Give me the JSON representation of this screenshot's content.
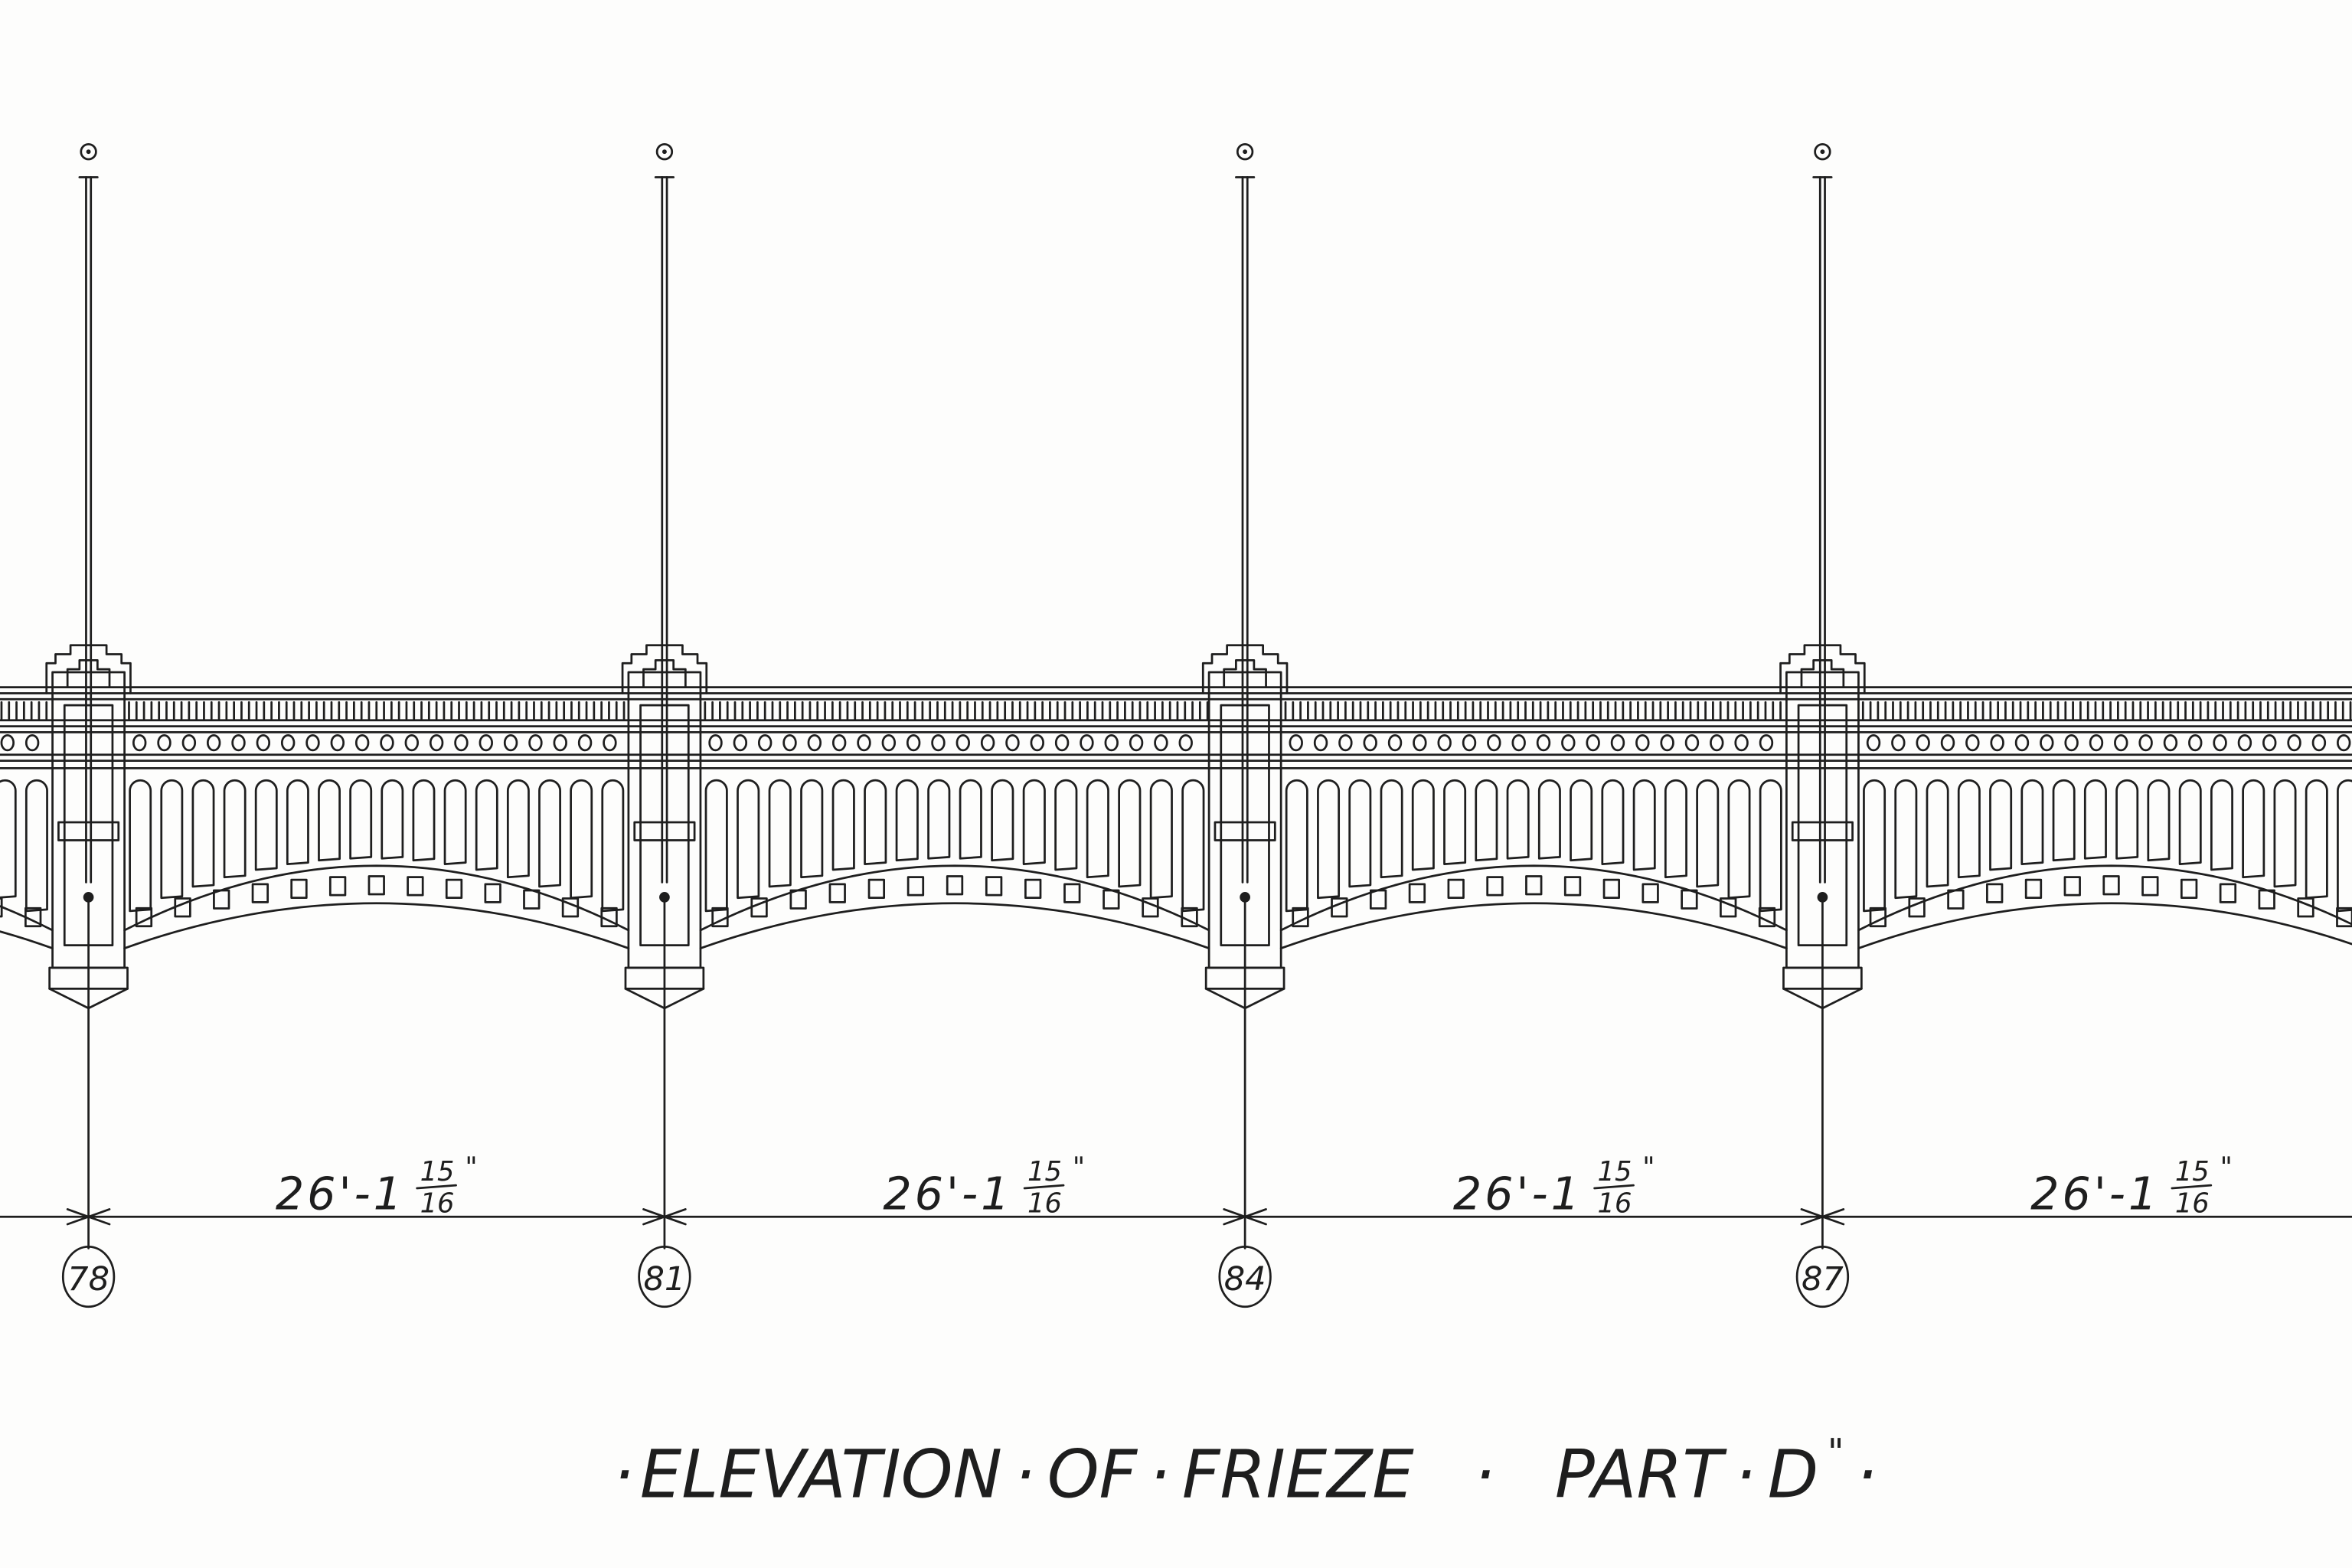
{
  "drawing": {
    "title": {
      "parts": [
        "ELEVATION",
        "OF",
        "FRIEZE",
        "PART",
        "D"
      ],
      "separator": "·",
      "quote_mark": "\""
    },
    "piers": [
      {
        "label": "78"
      },
      {
        "label": "81"
      },
      {
        "label": "84"
      },
      {
        "label": "87"
      }
    ],
    "spans": [
      {
        "whole": "26'-1",
        "num": "15",
        "den": "16",
        "unit": "\""
      },
      {
        "whole": "26'-1",
        "num": "15",
        "den": "16",
        "unit": "\""
      },
      {
        "whole": "26'-1",
        "num": "15",
        "den": "16",
        "unit": "\""
      },
      {
        "whole": "26'-1",
        "num": "15",
        "den": "16",
        "unit": "\""
      }
    ],
    "ink_color": "#1e1e1e",
    "paper_color": "#fdfdfc"
  }
}
